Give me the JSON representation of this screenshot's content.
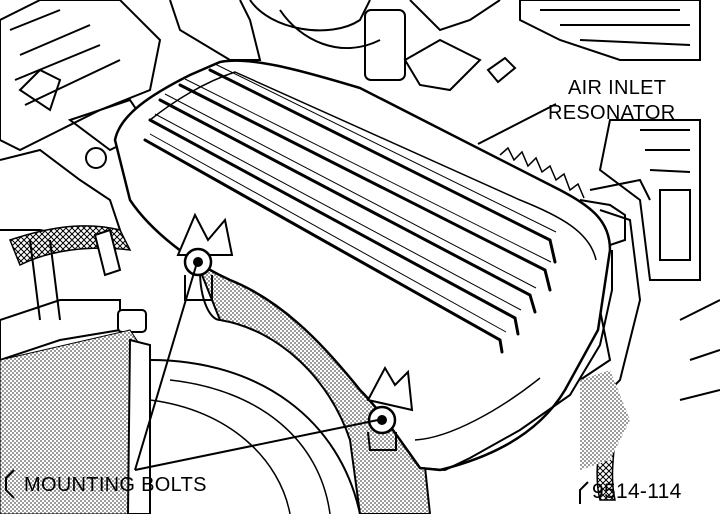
{
  "labels": {
    "air_inlet_line1": "AIR INLET",
    "air_inlet_line2": "RESONATOR",
    "mounting_bolts": "MOUNTING BOLTS",
    "figure_number": "9514-114"
  },
  "colors": {
    "ink": "#000000",
    "paper": "#ffffff",
    "shade": "#8a8a8a"
  }
}
